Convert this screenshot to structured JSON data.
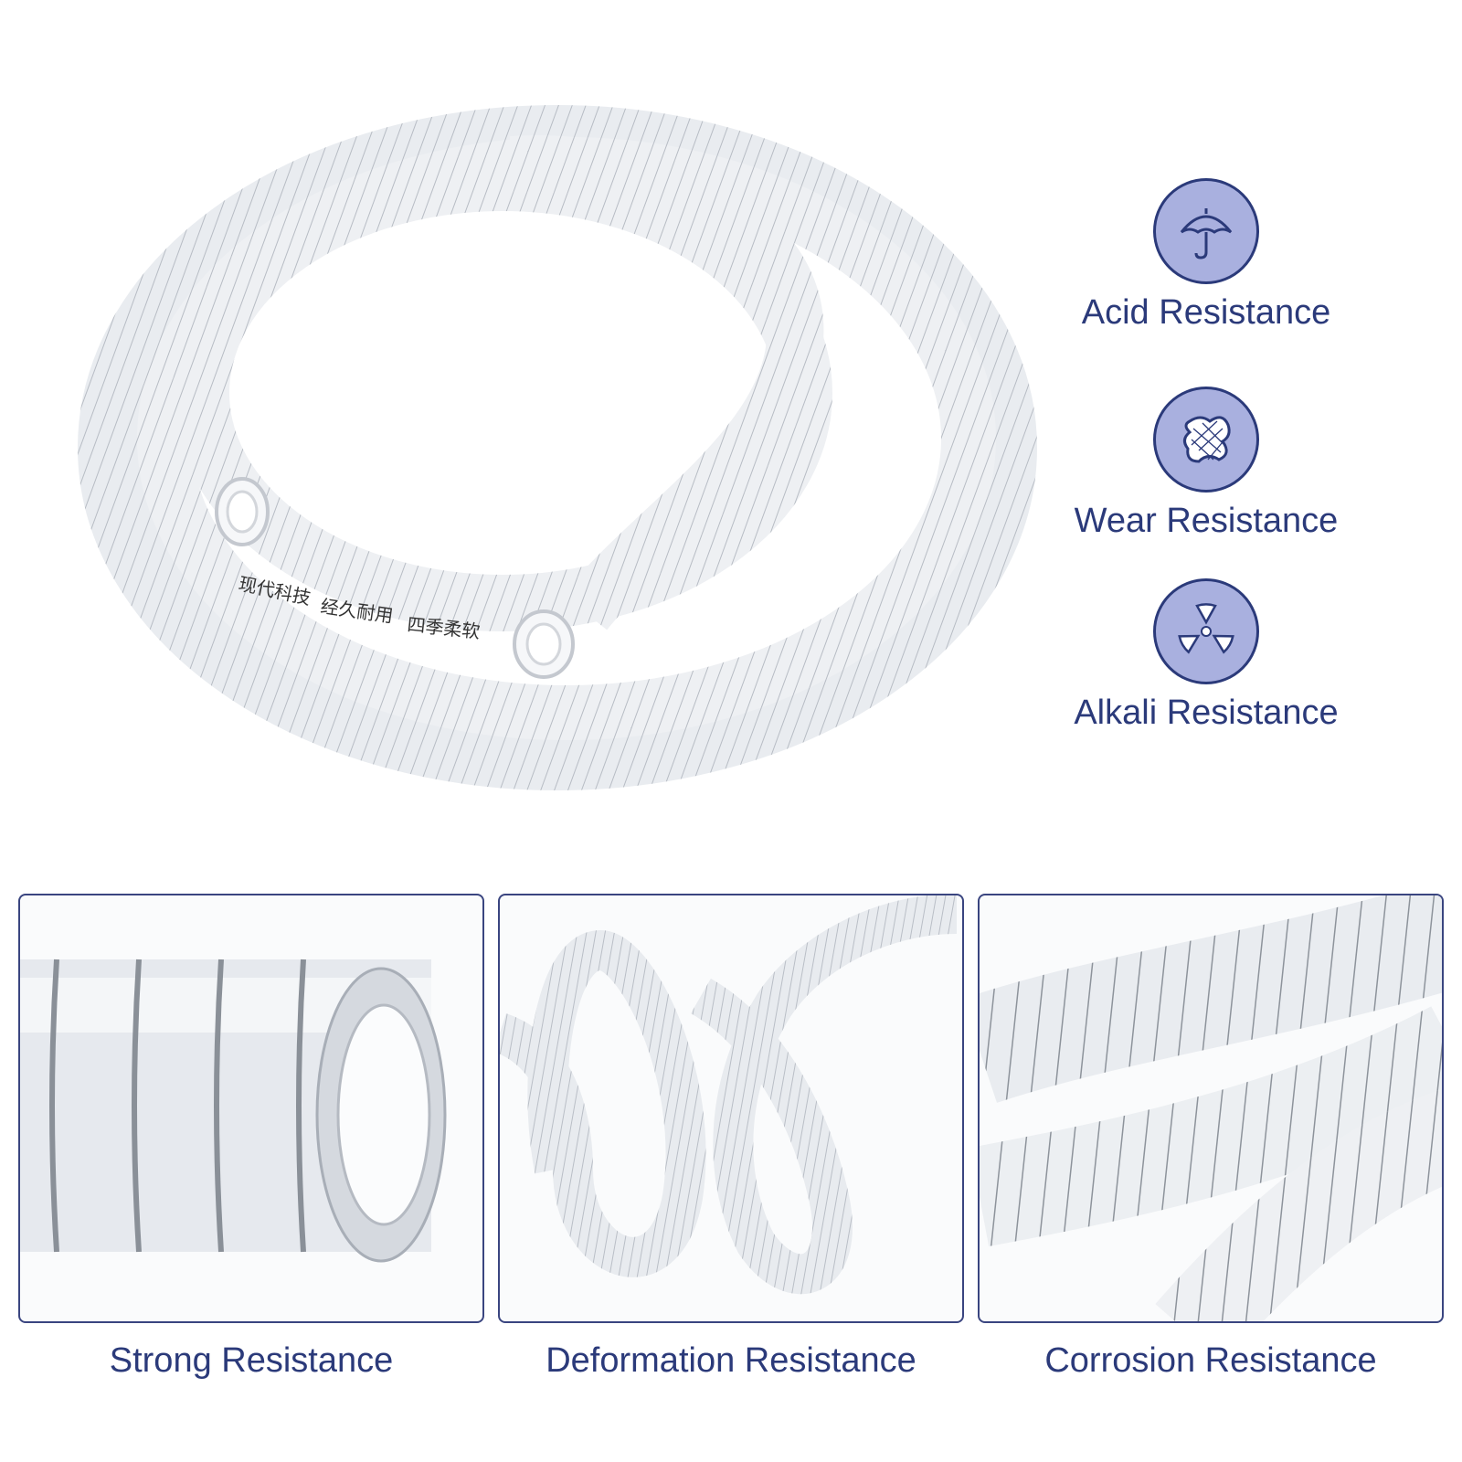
{
  "features": [
    {
      "label": "Acid Resistance",
      "icon": "umbrella-icon"
    },
    {
      "label": "Wear Resistance",
      "icon": "mesh-shield-icon"
    },
    {
      "label": "Alkali Resistance",
      "icon": "radiation-icon"
    }
  ],
  "panels": [
    {
      "caption": "Strong Resistance",
      "image": "hose-end-closeup"
    },
    {
      "caption": "Deformation Resistance",
      "image": "hose-loop"
    },
    {
      "caption": "Corrosion Resistance",
      "image": "hose-coil-closeup"
    }
  ],
  "hose_print": [
    "现代科技",
    "经久耐用",
    "四季柔软"
  ],
  "colors": {
    "accent": "#2b3a7a",
    "badge_fill": "#a9b0df",
    "panel_border": "#3a4580"
  }
}
